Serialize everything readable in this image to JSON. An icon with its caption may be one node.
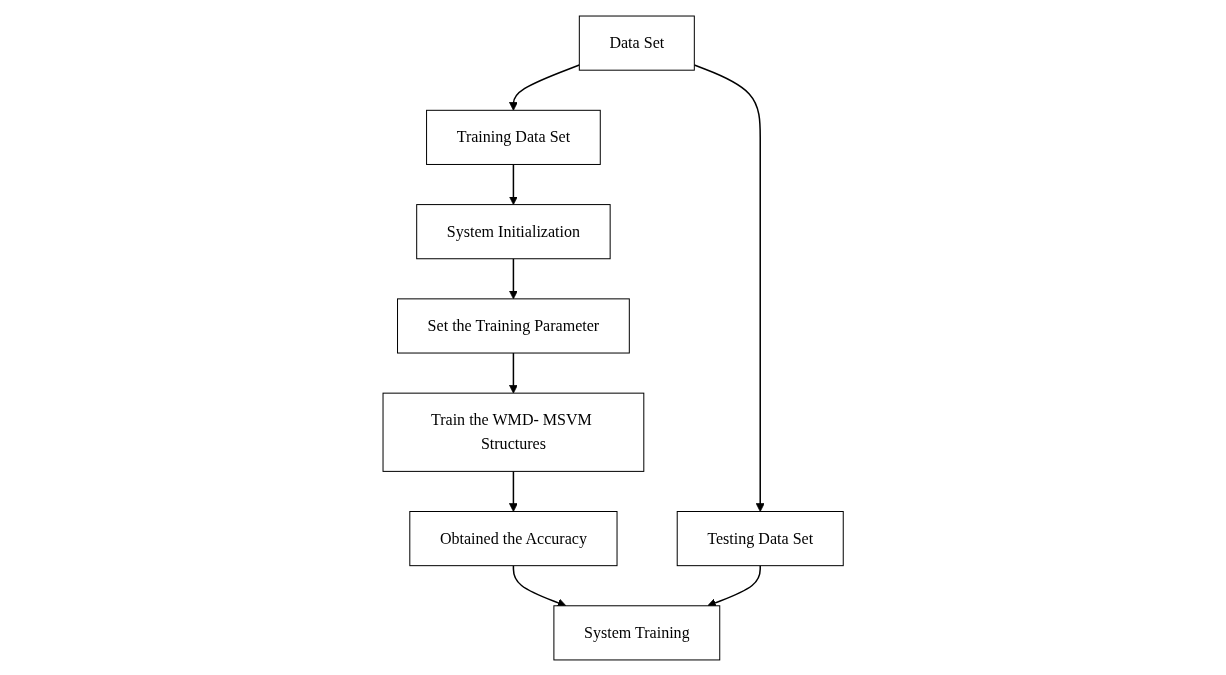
{
  "diagram": {
    "nodes": [
      {
        "text": [
          "Data Set"
        ]
      },
      {
        "text": [
          "Training Data Set"
        ]
      },
      {
        "text": [
          "Testing Data Set"
        ]
      },
      {
        "text": [
          "System Initialization"
        ]
      },
      {
        "text": [
          "Set the Training Parameter"
        ]
      },
      {
        "text": [
          "Train the WMD- MSVM Structures"
        ]
      },
      {
        "text": [
          "Obtained the Accuracy"
        ]
      },
      {
        "text": [
          "System Training"
        ]
      }
    ],
    "edges": [
      {
        "from": 0,
        "to": 1,
        "arrow": "to"
      },
      {
        "from": 0,
        "to": 2,
        "arrow": "to"
      },
      {
        "from": 1,
        "to": 3,
        "arrow": "to"
      },
      {
        "from": 3,
        "to": 4,
        "arrow": "to"
      },
      {
        "from": 4,
        "to": 5,
        "arrow": "to"
      },
      {
        "from": 5,
        "to": 6,
        "arrow": "to"
      },
      {
        "from": 6,
        "to": 7,
        "arrow": "to"
      },
      {
        "from": 2,
        "to": 7,
        "arrow": "to"
      }
    ]
  }
}
